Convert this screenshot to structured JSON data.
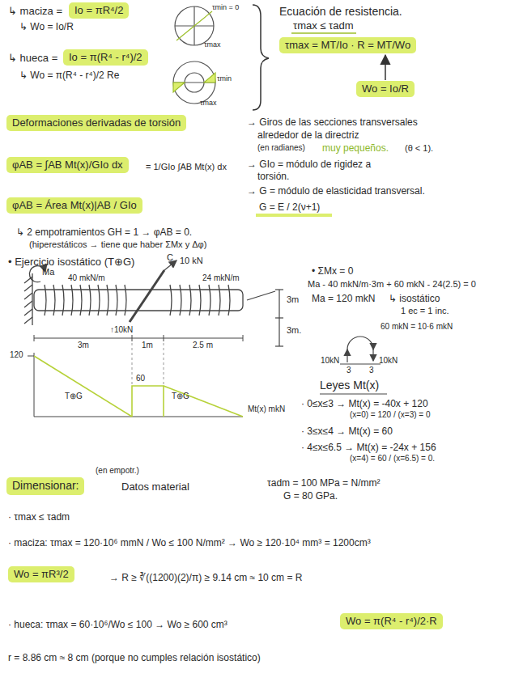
{
  "diagram": {
    "nodes": [
      {
        "text": [
          "Io = πR⁴/2"
        ]
      },
      {
        "text": [
          "Io = π(R⁴ - r⁴)/2"
        ]
      },
      {
        "text": [
          "τmax = MT/Io · R = MT/Wo"
        ]
      },
      {
        "text": [
          "Wo = Io/R"
        ]
      },
      {
        "text": [
          "Deformaciones derivadas de torsión"
        ]
      },
      {
        "text": [
          "φAB = ∫AB Mt(x)/GIo dx"
        ]
      },
      {
        "text": [
          "φAB = Área Mt(x)|AB / GIo"
        ]
      },
      {
        "text": [
          "Dimensionar:"
        ]
      },
      {
        "text": [
          "Wo = πR³/2"
        ]
      },
      {
        "text": [
          "Wo = π(R⁴ - r⁴)/2·R"
        ]
      }
    ],
    "edges": [
      {
        "from": 3,
        "to": 2,
        "arrow": "to"
      }
    ],
    "labels": [
      "↳ maciza =",
      "↳ Wo = Io/R",
      "↳ hueca =",
      "↳ Wo = π(R⁴ - r⁴)/2 Re",
      "τmin = 0",
      "τmax",
      "τmin",
      "τmax",
      "Ecuación de resistencia.",
      "τmax ≤ τadm",
      "→ Giros de las secciones transversales",
      "alrededor de la directriz",
      "(en radianes)",
      "muy pequeños.",
      "(θ < 1).",
      "= 1/GIo ∫AB Mt(x) dx",
      "→ GIo = módulo de rigidez a",
      "torsión.",
      "→ G = módulo de elasticidad transversal.",
      "G = E / 2(ν+1)",
      "↳ 2 empotramientos GH = 1 → φAB = 0.",
      "(hiperestáticos → tiene que haber ΣMx y Δφ)",
      "• Ejercicio isostático (T⊕G)",
      "Ma",
      "40 mkN/m",
      "C",
      "10 kN",
      "24 mkN/m",
      "3m",
      "3m.",
      "↑10kN",
      "3m",
      "1m",
      "2.5 m",
      "120",
      "60",
      "T⊕G",
      "T⊕G",
      "Mt(x) mkN",
      "• ΣMx = 0",
      "Ma - 40 mkN/m·3m + 60 mkN - 24(2.5) = 0",
      "Ma = 120 mkN",
      "↳ isostático",
      "1 ec = 1 inc.",
      "60 mkN = 10·6 mkN",
      "10kN",
      "10kN",
      "3",
      "3",
      "Leyes Mt(x)",
      "· 0≤x≤3 → Mt(x) = -40x + 120",
      "(x=0) = 120 / (x=3) = 0",
      "· 3≤x≤4 → Mt(x) = 60",
      "· 4≤x≤6.5 → Mt(x) = -24x + 156",
      "(x=4) = 60 / (x=6.5) = 0.",
      "(en empotr.)",
      "Datos material",
      "τadm = 100 MPa = N/mm²",
      "G = 80 GPa.",
      "· τmax ≤ τadm",
      "· maciza: τmax = 120·10⁶ mmN / Wo ≤ 100 N/mm² → Wo ≥ 120·10⁴ mm³ = 1200cm³",
      "→ R ≥ ∛((1200)(2)/π) ≥ 9.14 cm ≈ 10 cm = R",
      "· hueca: τmax = 60·10⁶/Wo ≤ 100 → Wo ≥ 600 cm³",
      "r = 8.86 cm ≈ 8 cm (porque no cumples relación isostático)"
    ]
  }
}
